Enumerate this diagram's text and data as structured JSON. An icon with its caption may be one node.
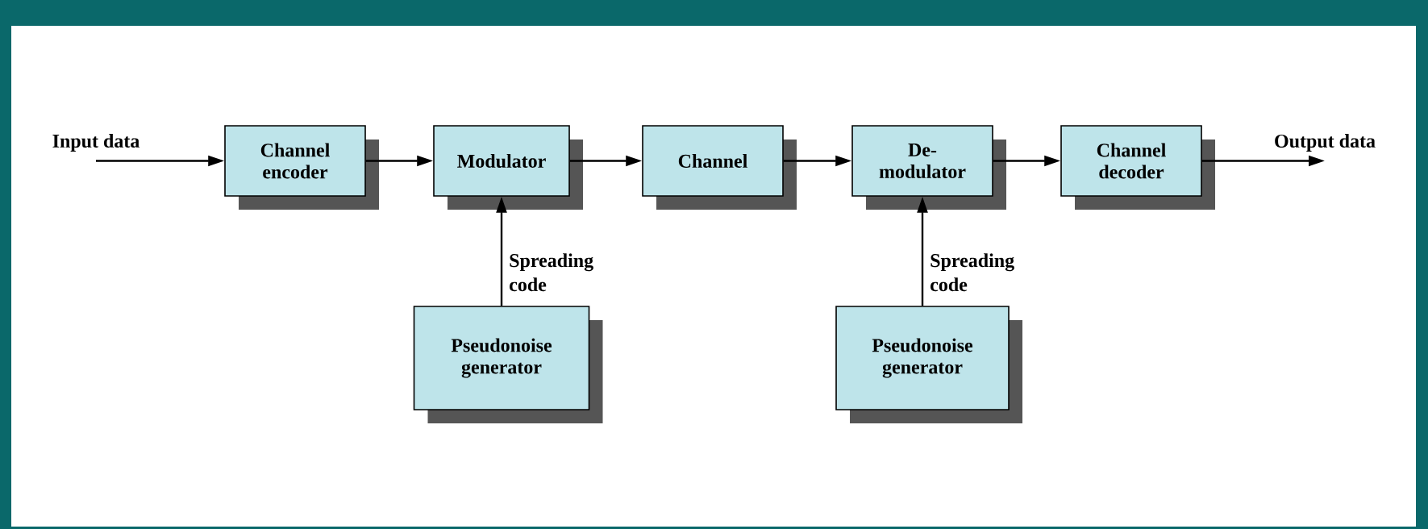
{
  "diagram": {
    "nodes": [
      {
        "text": [
          "Input data"
        ]
      },
      {
        "text": [
          "Channel encoder"
        ]
      },
      {
        "text": [
          "Modulator"
        ]
      },
      {
        "text": [
          "Channel"
        ]
      },
      {
        "text": [
          "De-modulator"
        ]
      },
      {
        "text": [
          "Channel decoder"
        ]
      },
      {
        "text": [
          "Output data"
        ]
      },
      {
        "text": [
          "Pseudonoise generator"
        ]
      },
      {
        "text": [
          "Pseudonoise generator"
        ]
      }
    ],
    "edges": [
      {
        "from": 0,
        "to": 1,
        "arrow": "to"
      },
      {
        "from": 1,
        "to": 2,
        "arrow": "to"
      },
      {
        "from": 2,
        "to": 3,
        "arrow": "to"
      },
      {
        "from": 3,
        "to": 4,
        "arrow": "to"
      },
      {
        "from": 4,
        "to": 5,
        "arrow": "to"
      },
      {
        "from": 5,
        "to": 6,
        "arrow": "to"
      },
      {
        "from": 7,
        "to": 2,
        "arrow": "to",
        "label": "Spreading code"
      },
      {
        "from": 8,
        "to": 4,
        "arrow": "to",
        "label": "Spreading code"
      }
    ]
  }
}
